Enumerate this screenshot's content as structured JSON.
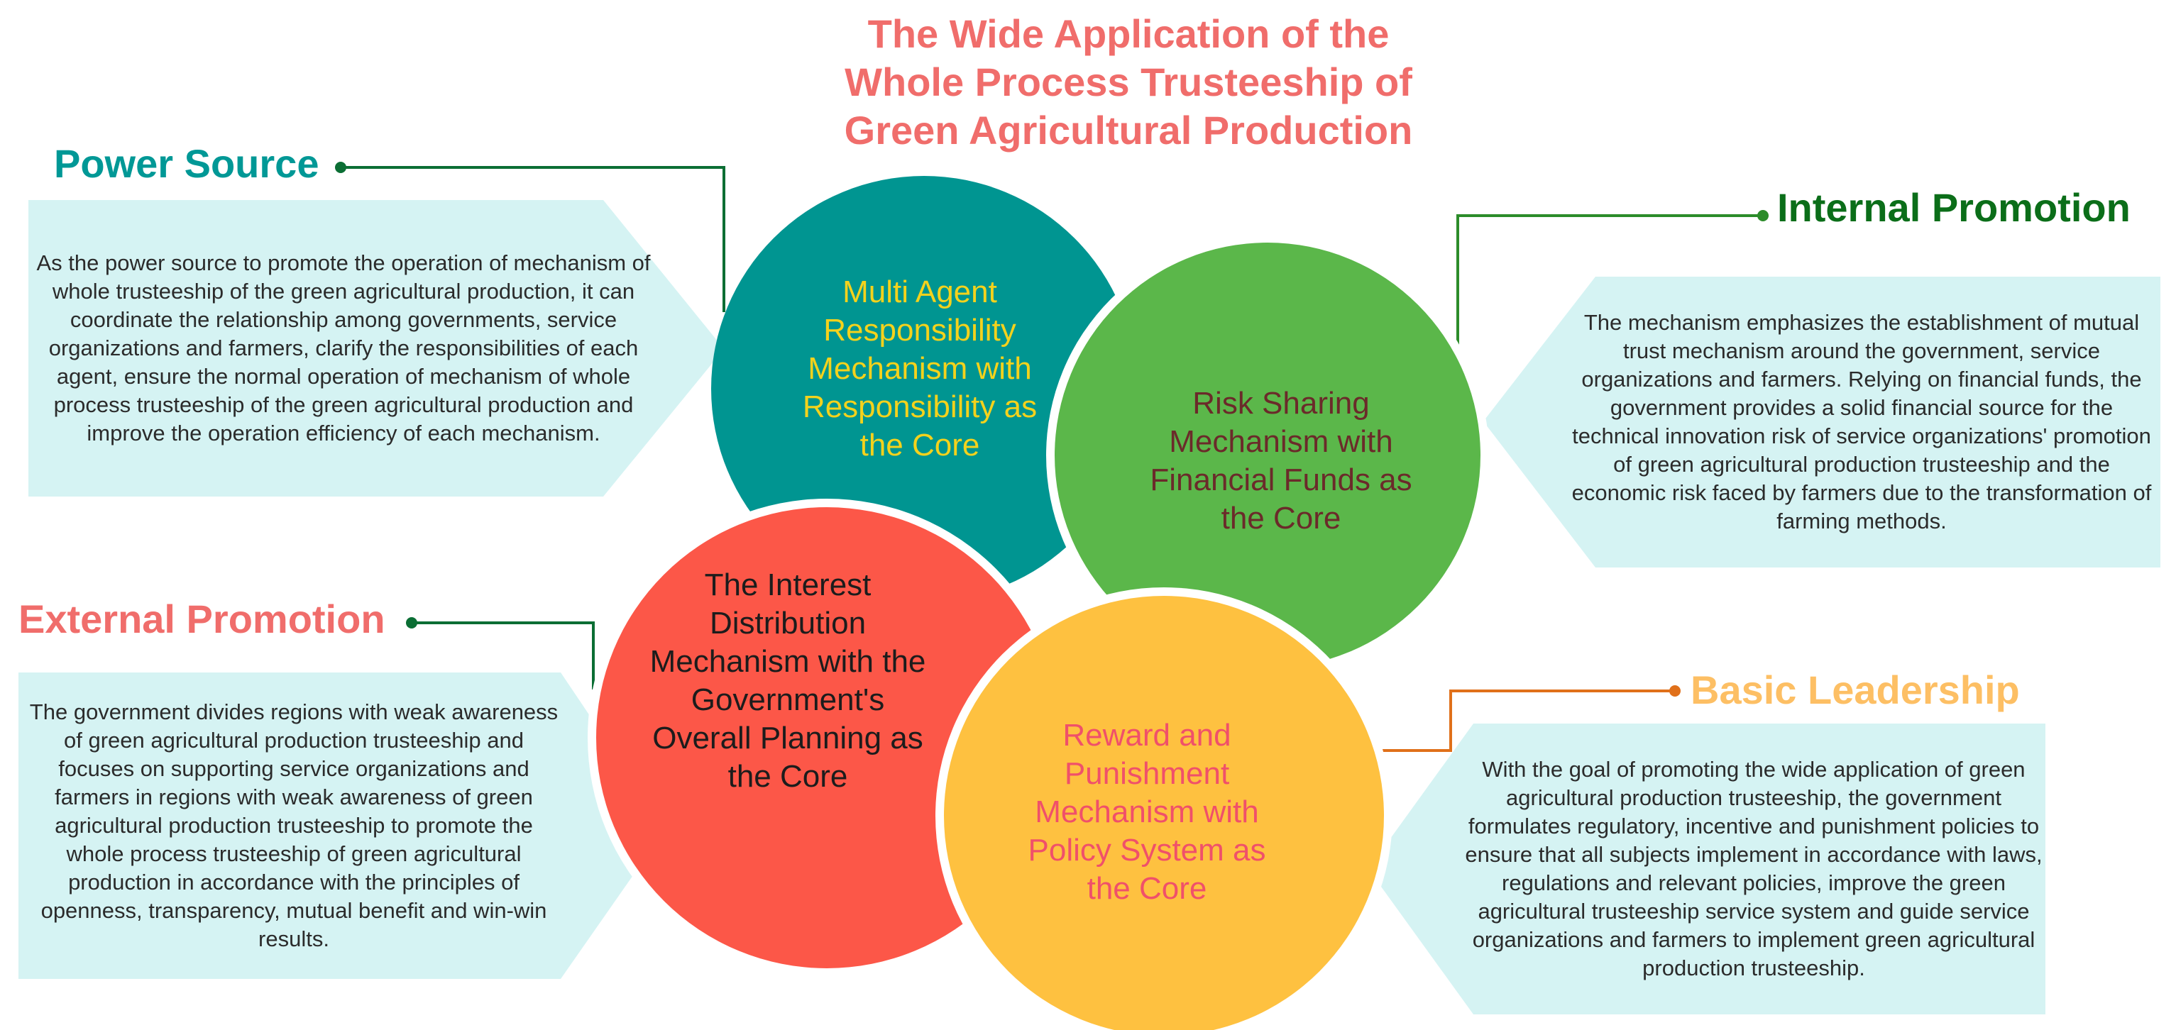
{
  "colors": {
    "title": "#f06d6b",
    "teal": "#009591",
    "green": "#5bb74a",
    "red": "#fc5748",
    "yellow": "#fec140",
    "box_fill": "#d5f3f3",
    "power_head": "#009896",
    "internal_head": "#0b6e19",
    "external_head": "#f06d6b",
    "basic_head": "#fdbf64"
  },
  "title": {
    "line1": "The Wide Application of the",
    "line2": "Whole Process Trusteeship of",
    "line3": "Green Agricultural Production"
  },
  "circles": {
    "teal": "Multi Agent Responsibility Mechanism with Responsibility as the Core",
    "green": "Risk Sharing Mechanism with Financial Funds as the Core",
    "red": "The Interest Distribution Mechanism with the Government's Overall Planning as the Core",
    "yellow": "Reward and Punishment Mechanism with Policy System as the Core"
  },
  "sections": {
    "power": {
      "heading": "Power Source",
      "text": "As the power source to promote the operation of mechanism of whole trusteeship of the green agricultural production, it can coordinate the relationship among governments, service organizations and farmers, clarify the responsibilities of each agent, ensure the normal operation of mechanism of whole process trusteeship of the green agricultural production and improve the operation efficiency of each mechanism."
    },
    "internal": {
      "heading": "Internal Promotion",
      "text": "The mechanism emphasizes the establishment of mutual trust mechanism around the government, service organizations and farmers. Relying on financial funds, the government provides a solid financial source for the technical innovation risk of service organizations' promotion of green agricultural production trusteeship and the economic risk faced by farmers due to the transformation of farming methods."
    },
    "external": {
      "heading": "External Promotion",
      "text": "The government divides regions with weak awareness of green agricultural production trusteeship and focuses on supporting service organizations and farmers in regions with weak awareness of green agricultural production trusteeship to promote the whole process trusteeship of green agricultural production in accordance with the principles of openness, transparency, mutual benefit and win-win results."
    },
    "basic": {
      "heading": "Basic Leadership",
      "text": "With the goal of promoting the wide application of green agricultural production trusteeship, the government formulates regulatory, incentive and punishment policies to ensure that all subjects implement in accordance with laws, regulations and relevant policies, improve the green agricultural trusteeship service system and guide service organizations and farmers to implement green agricultural production trusteeship."
    }
  }
}
